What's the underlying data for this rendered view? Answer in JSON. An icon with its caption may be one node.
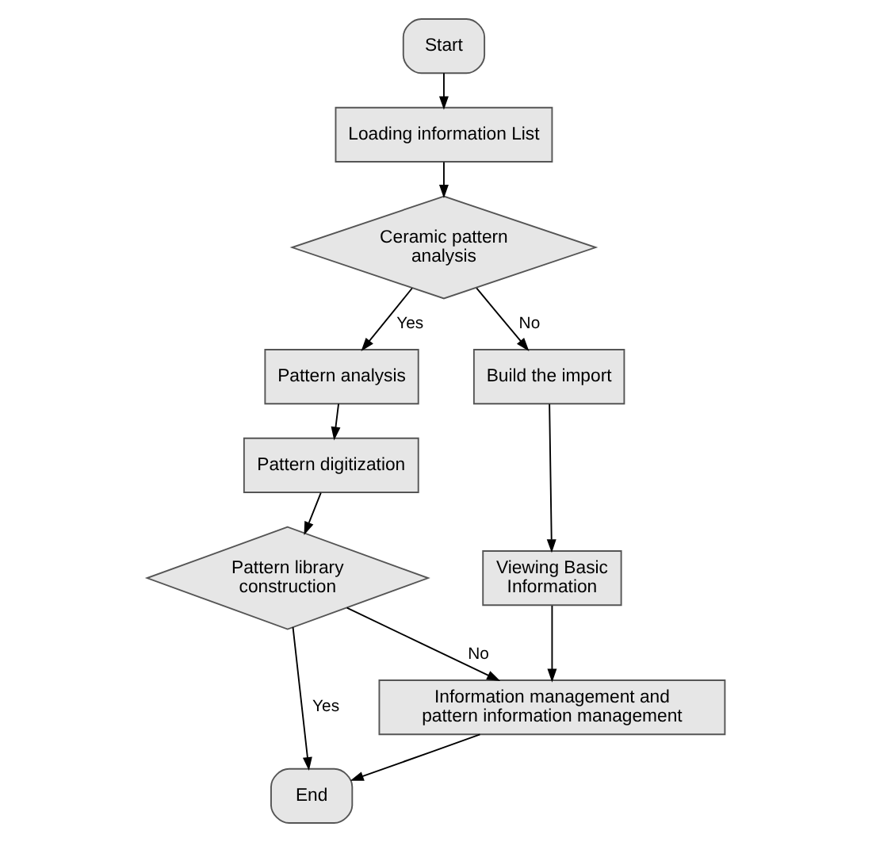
{
  "diagram": {
    "nodes": [
      {
        "text": [
          "Start"
        ]
      },
      {
        "text": [
          "Loading information List"
        ]
      },
      {
        "text": [
          "Ceramic pattern analysis"
        ]
      },
      {
        "text": [
          "Pattern analysis"
        ]
      },
      {
        "text": [
          "Pattern digitization"
        ]
      },
      {
        "text": [
          "Pattern library construction"
        ]
      },
      {
        "text": [
          "Information management and pattern information management"
        ]
      },
      {
        "text": [
          "End"
        ]
      },
      {
        "text": [
          "Build the import"
        ]
      },
      {
        "text": [
          "Viewing Basic Information"
        ]
      }
    ],
    "edges": [
      {
        "from": 0,
        "to": 1,
        "arrow": "to"
      },
      {
        "from": 1,
        "to": 2,
        "arrow": "to"
      },
      {
        "from": 2,
        "to": 3,
        "arrow": "to",
        "label": "Yes"
      },
      {
        "from": 3,
        "to": 4,
        "arrow": "to"
      },
      {
        "from": 4,
        "to": 5,
        "arrow": "to"
      },
      {
        "from": 5,
        "to": 6,
        "arrow": "to",
        "label": "No"
      },
      {
        "from": 6,
        "to": 7,
        "arrow": "to"
      },
      {
        "from": 5,
        "to": 7,
        "arrow": "to",
        "label": "Yes"
      },
      {
        "from": 2,
        "to": 8,
        "arrow": "to",
        "label": "No"
      },
      {
        "from": 8,
        "to": 9,
        "arrow": "to"
      },
      {
        "from": 9,
        "to": 6,
        "arrow": "to"
      }
    ]
  }
}
